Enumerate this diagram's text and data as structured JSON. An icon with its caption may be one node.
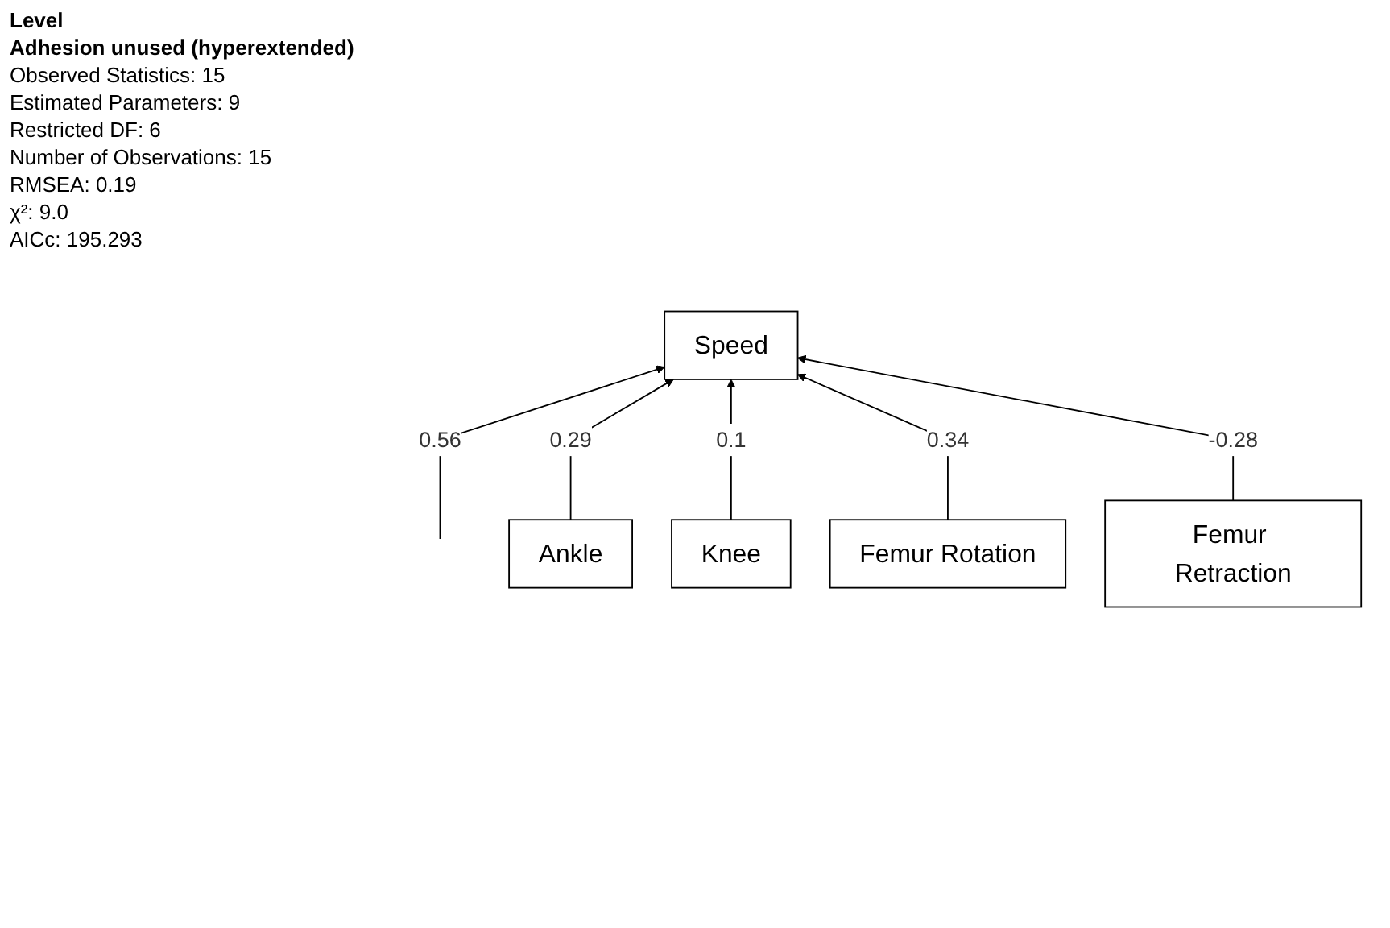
{
  "diagram": {
    "nodes": [
      {
        "text": [
          "Speed"
        ]
      },
      {
        "text": [
          "Ankle"
        ]
      },
      {
        "text": [
          "Knee"
        ]
      },
      {
        "text": [
          "Femur Rotation"
        ]
      },
      {
        "text": [
          "Femur Retraction"
        ]
      }
    ],
    "edges": [
      {
        "from": null,
        "to": 0,
        "arrow": "to",
        "label": "0.56"
      },
      {
        "from": 1,
        "to": 0,
        "arrow": "to",
        "label": "0.29"
      },
      {
        "from": 2,
        "to": 0,
        "arrow": "to",
        "label": "0.1"
      },
      {
        "from": 3,
        "to": 0,
        "arrow": "to",
        "label": "0.34"
      },
      {
        "from": 4,
        "to": 0,
        "arrow": "to",
        "label": "-0.28"
      }
    ],
    "labels": [
      "Level",
      "Adhesion unused (hyperextended)",
      "Observed Statistics: 15",
      "Estimated Parameters: 9",
      "Restricted DF: 6",
      "Number of Observations: 15",
      "RMSEA: 0.19",
      "χ²: 9.0",
      "AICc: 195.293"
    ]
  }
}
